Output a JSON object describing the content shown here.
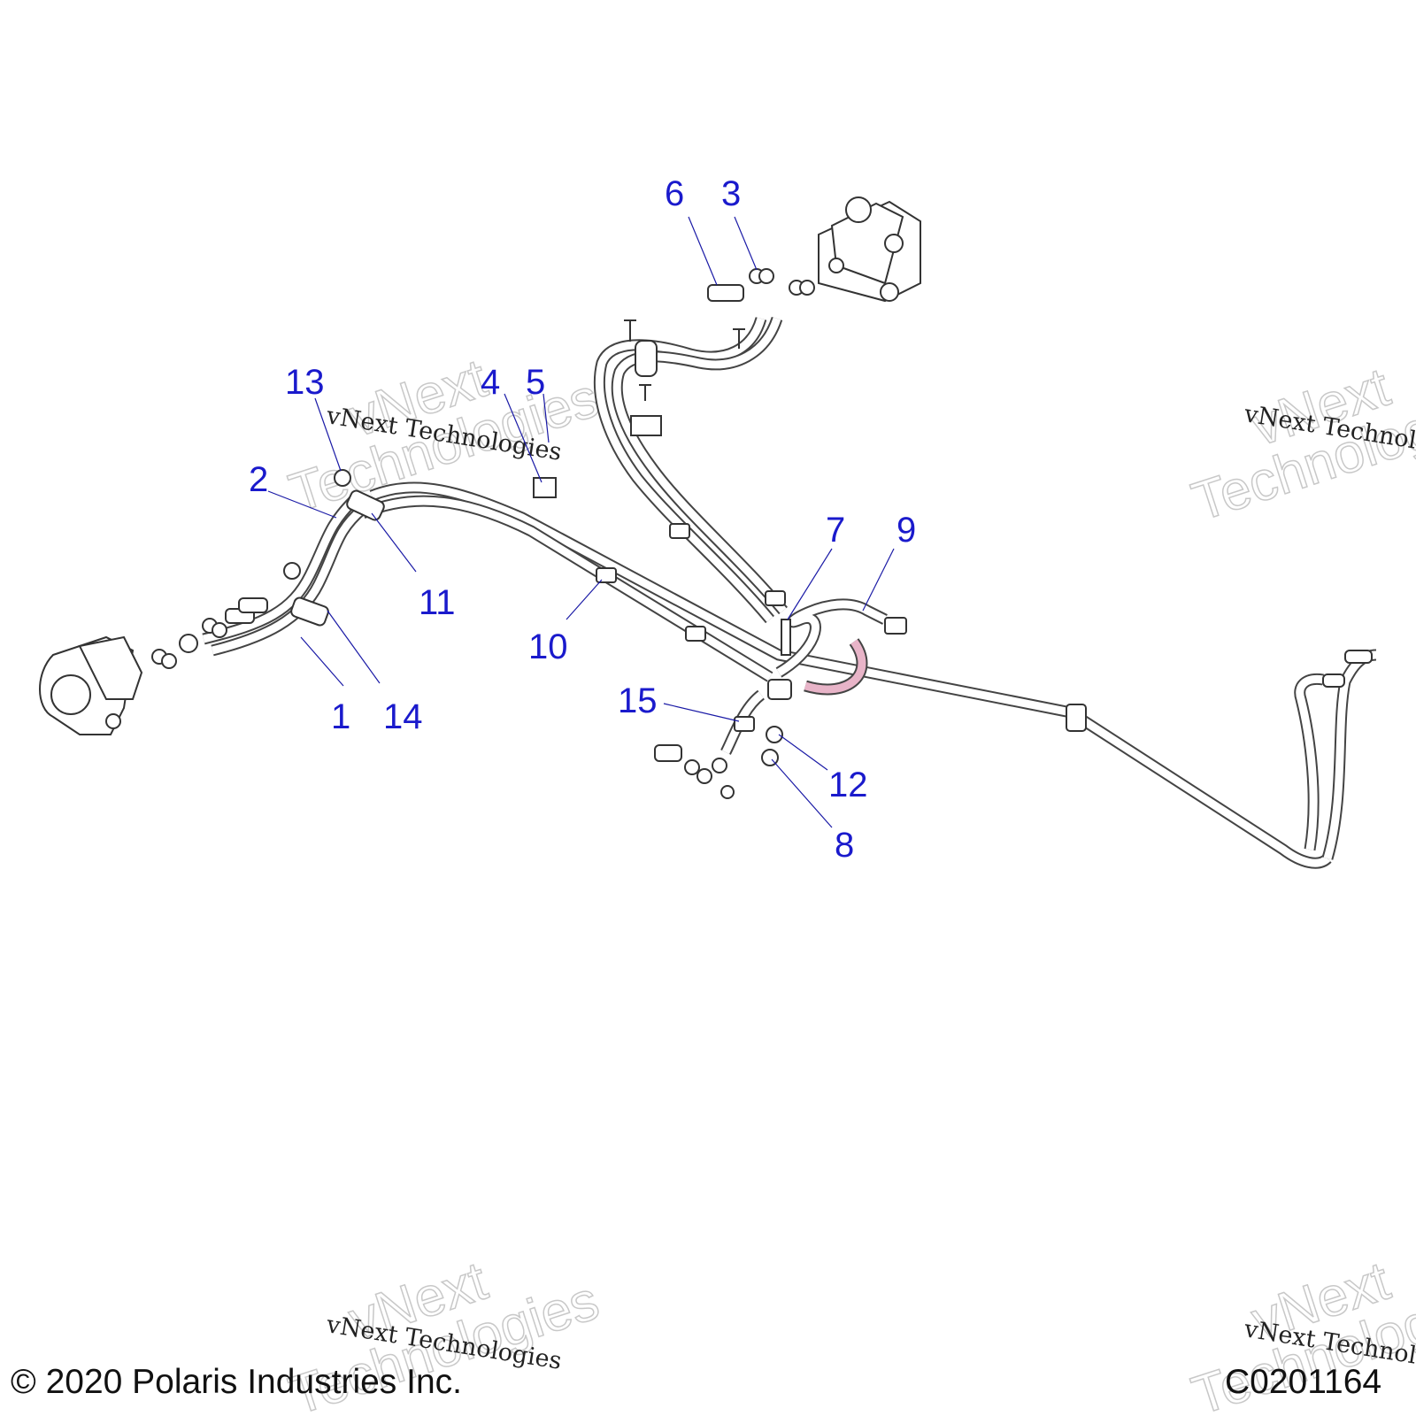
{
  "callouts": [
    "1",
    "2",
    "3",
    "4",
    "5",
    "6",
    "7",
    "8",
    "9",
    "10",
    "11",
    "12",
    "13",
    "14",
    "15"
  ],
  "watermark": {
    "company": "vNext Technologies",
    "big_line1": "vNext",
    "big_line2": "Technologies"
  },
  "footer": {
    "copyright": "© 2020 Polaris Industries Inc.",
    "figure_id": "C0201164"
  },
  "colors": {
    "callout": "#1a1acc",
    "line": "#444444",
    "highlight_hose": "#e8b4c8"
  }
}
